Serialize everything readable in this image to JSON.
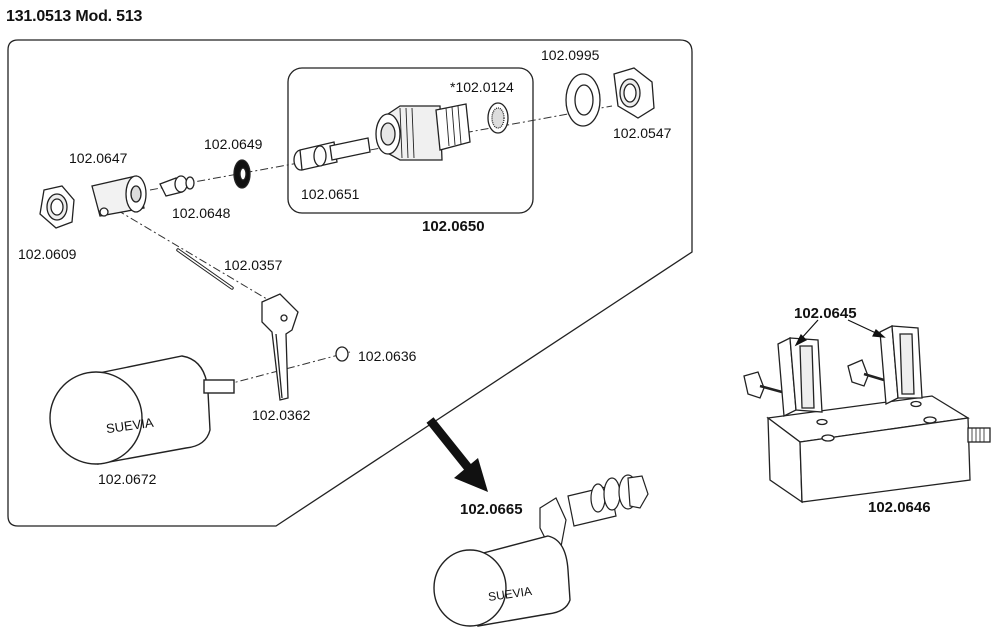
{
  "title": "131.0513 Mod. 513",
  "brand": "SUEVIA",
  "parts": {
    "p0995": "102.0995",
    "p0124": "*102.0124",
    "p0547": "102.0547",
    "p0649": "102.0649",
    "p0647": "102.0647",
    "p0651": "102.0651",
    "p0648": "102.0648",
    "p0650": "102.0650",
    "p0609": "102.0609",
    "p0357": "102.0357",
    "p0645": "102.0645",
    "p0636": "102.0636",
    "p0362": "102.0362",
    "p0672": "102.0672",
    "p0665": "102.0665",
    "p0646": "102.0646"
  }
}
